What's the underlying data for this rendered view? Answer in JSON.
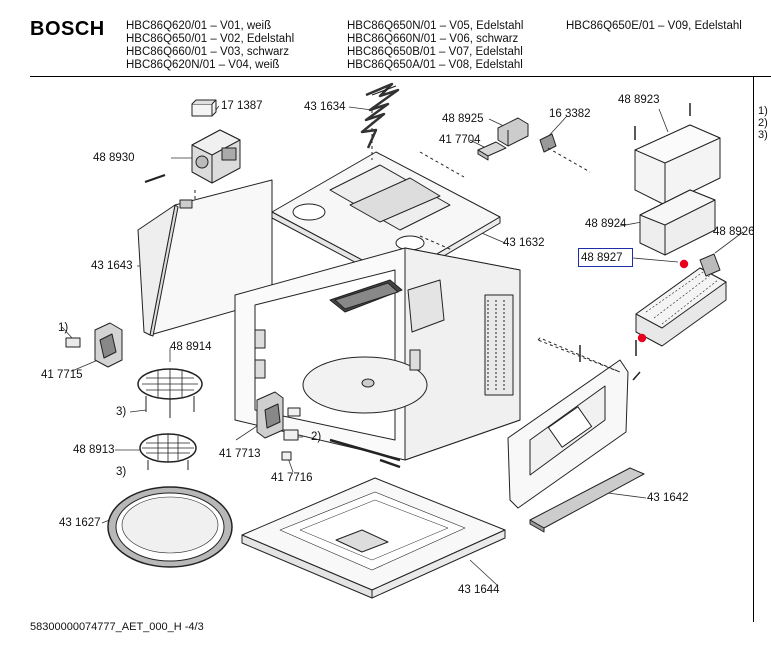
{
  "header": {
    "brand": "BOSCH",
    "models_col1": [
      "HBC86Q620/01    – V01, weiß",
      "HBC86Q650/01    – V02, Edelstahl",
      "HBC86Q660/01    – V03, schwarz",
      "HBC86Q620N/01 – V04, weiß"
    ],
    "models_col2": [
      "HBC86Q650N/01 – V05, Edelstahl",
      "HBC86Q660N/01 – V06, schwarz",
      "HBC86Q650B/01 – V07, Edelstahl",
      "HBC86Q650A/01 – V08, Edelstahl"
    ],
    "models_col3": [
      "HBC86Q650E/01 – V09, Edelstahl"
    ]
  },
  "notes": [
    "1)",
    "2)",
    "3)"
  ],
  "parts": {
    "p171387": "17 1387",
    "p431634": "43 1634",
    "p488925": "48 8925",
    "p163382": "16 3382",
    "p488923": "48 8923",
    "p488930": "48 8930",
    "p417704": "41 7704",
    "p488924": "48 8924",
    "p488926": "48 8926",
    "p431643": "43 1643",
    "p431632": "43 1632",
    "p488927": "48 8927",
    "p488914": "48 8914",
    "p417715": "41 7715",
    "p488913": "48 8913",
    "p417713": "41 7713",
    "p417716": "41 7716",
    "p431627": "43 1627",
    "p431642": "43 1642",
    "p431644": "43 1644"
  },
  "markers": {
    "m1": "1)",
    "m2": "2)",
    "m3a": "3)",
    "m3b": "3)"
  },
  "footer": "58300000074777_AET_000_H  -4/3",
  "highlight_color": "#1c2fa8",
  "dot_color": "#e8001c"
}
